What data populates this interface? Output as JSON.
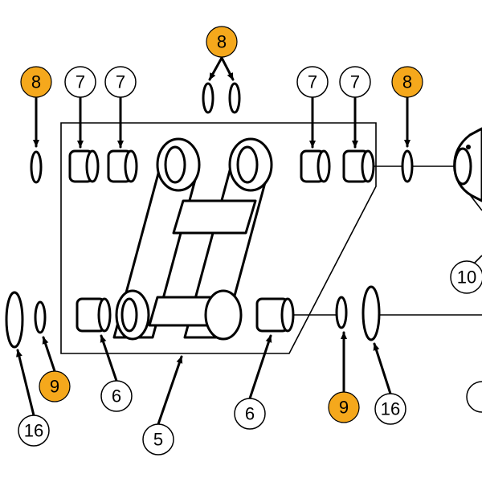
{
  "colors": {
    "highlight": "#F5A81C",
    "line": "#000000",
    "background": "#FFFFFF"
  },
  "callouts": [
    {
      "id": "c8-top",
      "text": "8",
      "highlight": true
    },
    {
      "id": "c8-left",
      "text": "8",
      "highlight": true
    },
    {
      "id": "c8-right",
      "text": "8",
      "highlight": true
    },
    {
      "id": "c7-a",
      "text": "7",
      "highlight": false
    },
    {
      "id": "c7-b",
      "text": "7",
      "highlight": false
    },
    {
      "id": "c7-c",
      "text": "7",
      "highlight": false
    },
    {
      "id": "c7-d",
      "text": "7",
      "highlight": false
    },
    {
      "id": "c10",
      "text": "10",
      "highlight": false
    },
    {
      "id": "c9-left",
      "text": "9",
      "highlight": true
    },
    {
      "id": "c9-right",
      "text": "9",
      "highlight": true
    },
    {
      "id": "c16-left",
      "text": "16",
      "highlight": false
    },
    {
      "id": "c16-right",
      "text": "16",
      "highlight": false
    },
    {
      "id": "c6-left",
      "text": "6",
      "highlight": false
    },
    {
      "id": "c6-right",
      "text": "6",
      "highlight": false
    },
    {
      "id": "c5",
      "text": "5",
      "highlight": false
    }
  ]
}
